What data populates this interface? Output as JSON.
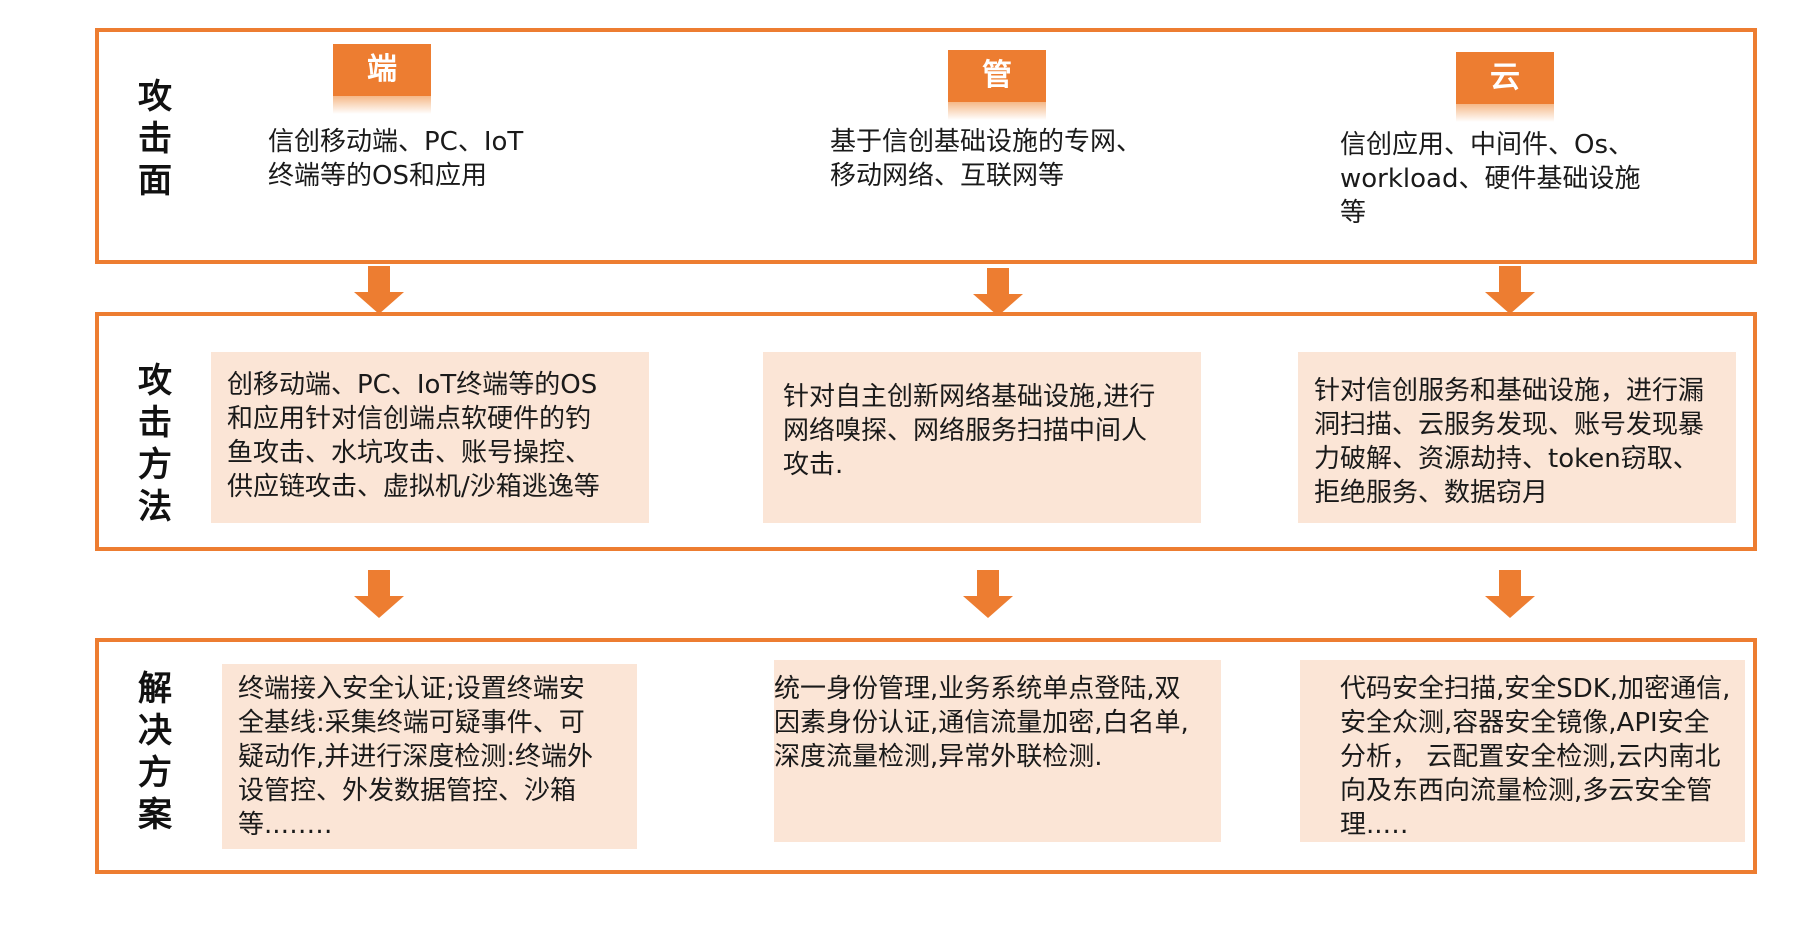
{
  "rows": {
    "attack_surface": "攻击面",
    "attack_method": "攻击方法",
    "solution": "解决方案"
  },
  "columns": {
    "end": "端",
    "pipe": "管",
    "cloud": "云"
  },
  "surface": {
    "end": [
      "信创移动端、PC、IoT",
      "终端等的OS和应用"
    ],
    "pipe": [
      "基于信创基础设施的专网、",
      "移动网络、互联网等"
    ],
    "cloud": [
      "信创应用、中间件、Os、",
      "workload、硬件基础设施",
      "等"
    ]
  },
  "method": {
    "end": [
      "创移动端、PC、IoT终端等的OS",
      "和应用针对信创端点软硬件的钓",
      "鱼攻击、水坑攻击、账号操控、",
      "供应链攻击、虚拟机/沙箱逃逸等"
    ],
    "pipe": [
      "针对自主创新网络基础设施,进行",
      "网络嗅探、网络服务扫描中间人",
      "攻击."
    ],
    "cloud": [
      "针对信创服务和基础设施，进行漏",
      "洞扫描、云服务发现、账号发现暴",
      "力破解、资源劫持、token窃取、",
      "拒绝服务、数据窃月"
    ]
  },
  "solution": {
    "end": [
      "终端接入安全认证;设置终端安",
      "全基线:采集终端可疑事件、可",
      "疑动作,并进行深度检测:终端外",
      "设管控、外发数据管控、沙箱",
      "等..……"
    ],
    "pipe": [
      "统一身份管理,业务系统单点登陆,双",
      "因素身份认证,通信流量加密,白名单,",
      "深度流量检测,异常外联检测."
    ],
    "cloud": [
      "代码安全扫描,安全SDK,加密通信,",
      "安全众测,容器安全镜像,API安全",
      "分析， 云配置安全检测,云内南北",
      "向及东西向流量检测,多云安全管",
      "理..…"
    ]
  },
  "colors": {
    "accent": "#ED7D31",
    "box_fill": "#FBE5D6"
  }
}
